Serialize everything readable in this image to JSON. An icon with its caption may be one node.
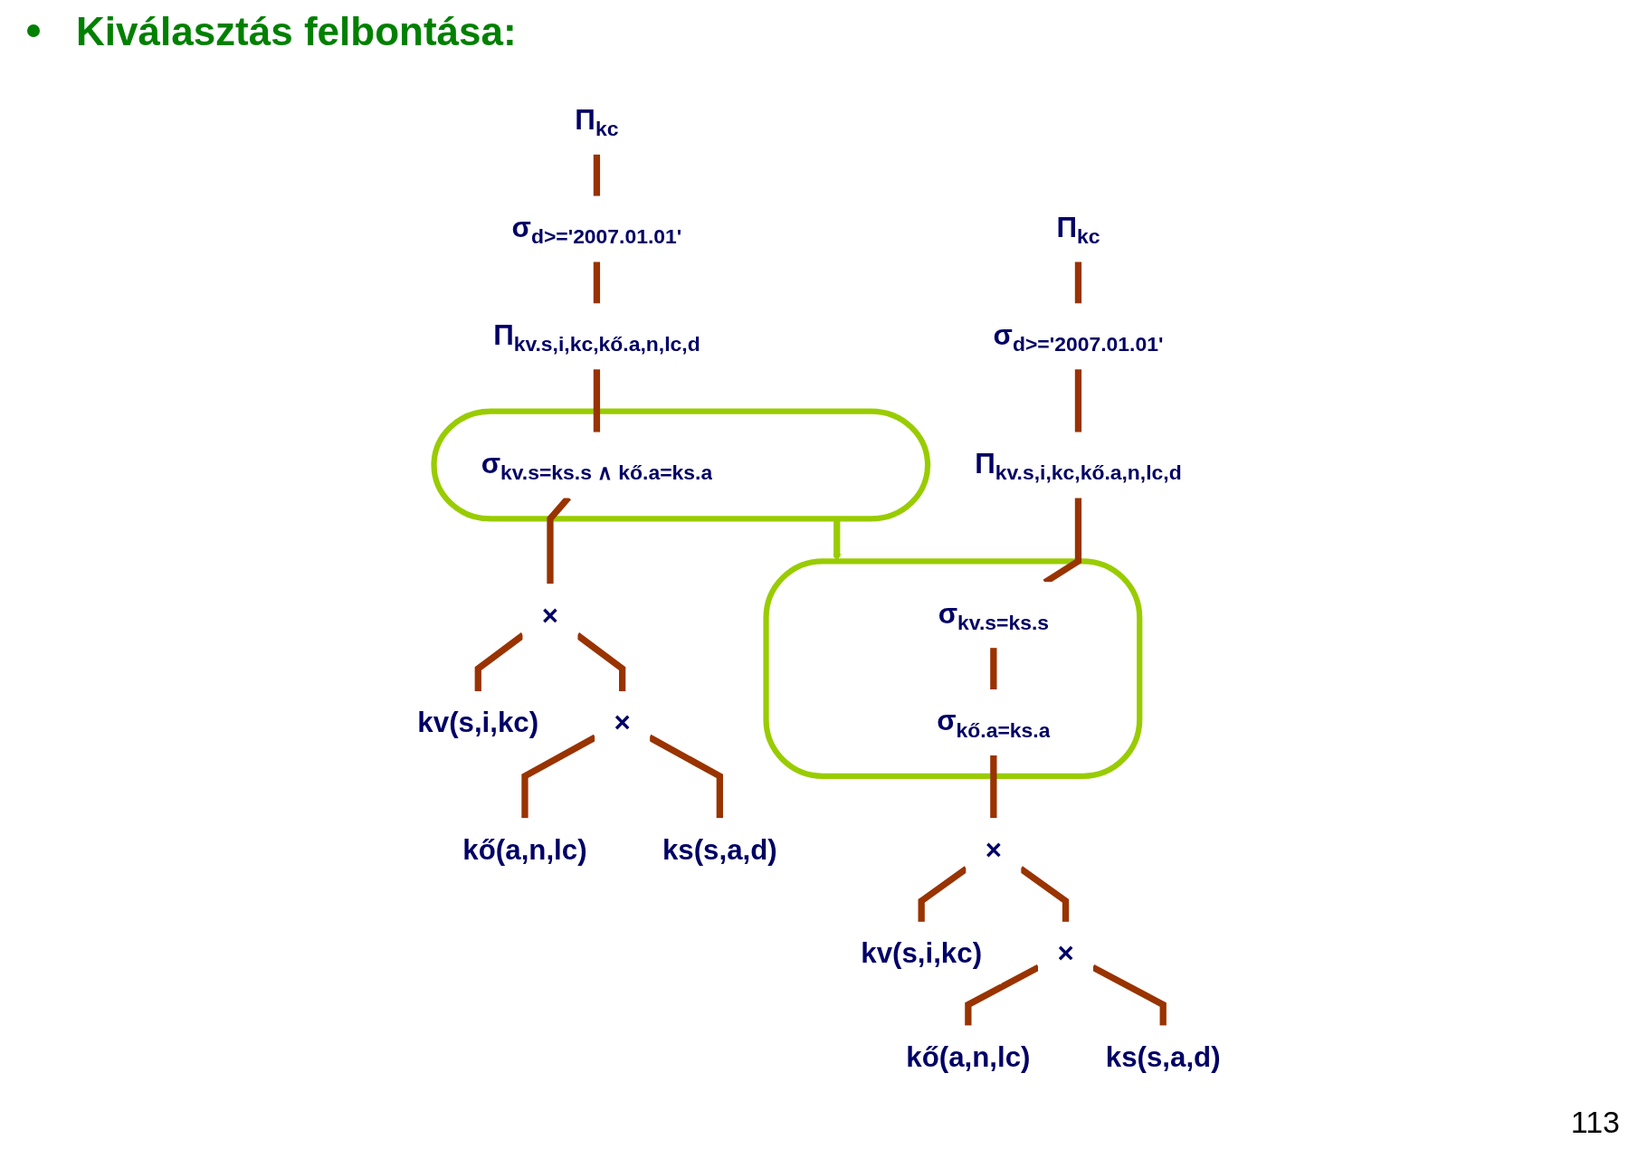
{
  "diagram": {
    "title": "Kiválasztás felbontása:",
    "nodes": [
      {
        "text": [
          "Π$_{kc}$"
        ]
      },
      {
        "text": [
          "σ$_{d>='2007.01.01'}$"
        ]
      },
      {
        "text": [
          "Π$_{kv.s,i,kc,kő.a,n,lc,d}$"
        ]
      },
      {
        "text": [],
        "shape": "cloud"
      },
      {
        "text": [
          "σ$_{kv.s=ks.s ∧ kő.a=ks.a}$"
        ],
        "in": 3
      },
      {
        "text": [
          "×"
        ]
      },
      {
        "text": [
          "kv(s,i,kc)"
        ]
      },
      {
        "text": [
          "×"
        ]
      },
      {
        "text": [
          "kő(a,n,lc)"
        ]
      },
      {
        "text": [
          "ks(s,a,d)"
        ]
      },
      {
        "text": [
          "Π$_{kc}$"
        ]
      },
      {
        "text": [
          "σ$_{d>='2007.01.01'}$"
        ]
      },
      {
        "text": [
          "Π$_{kv.s,i,kc,kő.a,n,lc,d}$"
        ]
      },
      {
        "text": [],
        "shape": "cloud"
      },
      {
        "text": [
          "σ$_{kv.s=ks.s}$"
        ],
        "in": 13
      },
      {
        "text": [
          "σ$_{kő.a=ks.a}$"
        ],
        "in": 13
      },
      {
        "text": [
          "×"
        ]
      },
      {
        "text": [
          "kv(s,i,kc)"
        ]
      },
      {
        "text": [
          "×"
        ]
      },
      {
        "text": [
          "kő(a,n,lc)"
        ]
      },
      {
        "text": [
          "ks(s,a,d)"
        ]
      }
    ],
    "edges": [
      {
        "from": 0,
        "to": 1,
        "arrow": "none"
      },
      {
        "from": 1,
        "to": 2,
        "arrow": "none"
      },
      {
        "from": 2,
        "to": 4,
        "arrow": "none"
      },
      {
        "from": 4,
        "to": 5,
        "arrow": "none"
      },
      {
        "from": 5,
        "to": 6,
        "arrow": "none"
      },
      {
        "from": 5,
        "to": 7,
        "arrow": "none"
      },
      {
        "from": 7,
        "to": 8,
        "arrow": "none"
      },
      {
        "from": 7,
        "to": 9,
        "arrow": "none"
      },
      {
        "from": 3,
        "to": 13,
        "arrow": "to",
        "color": "#99cc00"
      },
      {
        "from": 10,
        "to": 11,
        "arrow": "none"
      },
      {
        "from": 11,
        "to": 12,
        "arrow": "none"
      },
      {
        "from": 12,
        "to": 14,
        "arrow": "none"
      },
      {
        "from": 14,
        "to": 15,
        "arrow": "none"
      },
      {
        "from": 15,
        "to": 16,
        "arrow": "none"
      },
      {
        "from": 16,
        "to": 17,
        "arrow": "none"
      },
      {
        "from": 16,
        "to": 18,
        "arrow": "none"
      },
      {
        "from": 18,
        "to": 19,
        "arrow": "none"
      },
      {
        "from": 18,
        "to": 20,
        "arrow": "none"
      }
    ],
    "labels": [
      "113"
    ]
  }
}
